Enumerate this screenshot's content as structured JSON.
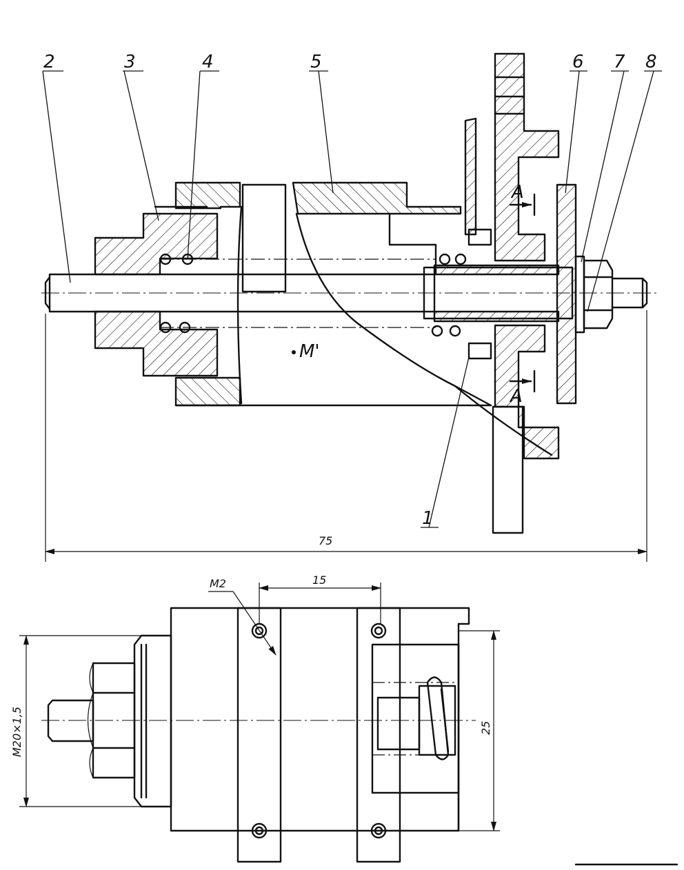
{
  "part_labels": [
    "1",
    "2",
    "3",
    "4",
    "5",
    "6",
    "7",
    "8"
  ],
  "point_label": "M'",
  "section_label": "A",
  "dimensions": {
    "overall_length": "75",
    "hole_spacing": "15",
    "height": "25",
    "thread": "M20×1,5",
    "screw": "M2"
  }
}
